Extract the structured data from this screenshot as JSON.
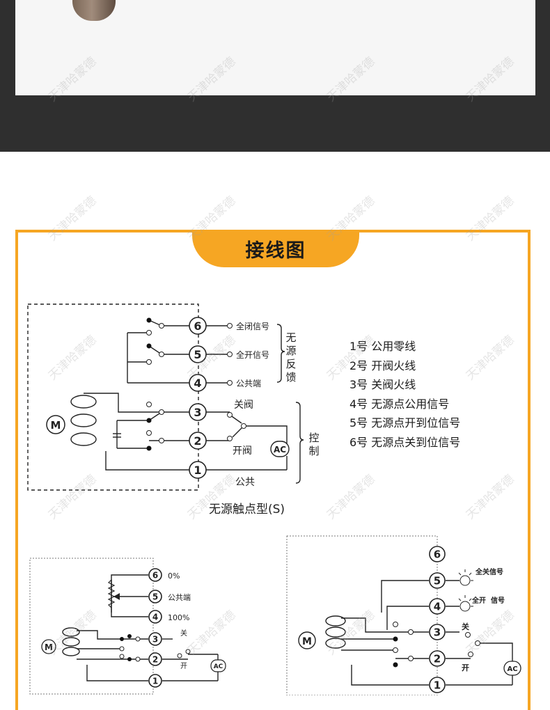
{
  "header": {
    "title": "接线图"
  },
  "watermark": "天津哈蒙德",
  "diagram_s": {
    "caption": "无源触点型(S)",
    "terminals": [
      "6",
      "5",
      "4",
      "3",
      "2",
      "1"
    ],
    "feedback_labels": {
      "t6": "全闭信号",
      "t5": "全开信号",
      "t4": "公共端"
    },
    "feedback_group": "无源反馈",
    "control_labels": {
      "close": "关阀",
      "open": "开阀",
      "common": "公共"
    },
    "control_group": "控制",
    "motor": "M",
    "ac": "AC"
  },
  "legend": [
    "1号  公用零线",
    "2号  开阀火线",
    "3号  关阀火线",
    "4号  无源点公用信号",
    "5号  无源点开到位信号",
    "6号  无源点关到位信号"
  ],
  "diagram_pot": {
    "terminals": [
      "6",
      "5",
      "4",
      "3",
      "2",
      "1"
    ],
    "labels": {
      "t6": "0%",
      "t5": "公共端",
      "t4": "100%",
      "close": "关",
      "open": "开"
    },
    "motor": "M",
    "ac": "AC"
  },
  "diagram_lamp": {
    "terminals": [
      "6",
      "5",
      "4",
      "3",
      "2",
      "1"
    ],
    "labels": {
      "full_close": "全关信号",
      "full_open": "全开",
      "signal": "信号",
      "close": "关",
      "open": "开"
    },
    "motor": "M",
    "ac": "AC"
  }
}
